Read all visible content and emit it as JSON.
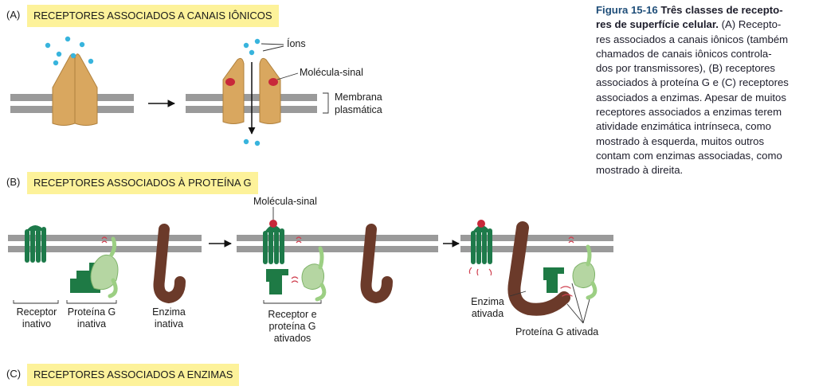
{
  "panels": {
    "a": {
      "letter": "(A)",
      "title": "RECEPTORES ASSOCIADOS A CANAIS IÔNICOS"
    },
    "b": {
      "letter": "(B)",
      "title": "RECEPTORES ASSOCIADOS À PROTEÍNA G"
    },
    "c": {
      "letter": "(C)",
      "title": "RECEPTORES ASSOCIADOS A ENZIMAS"
    }
  },
  "labels_a": {
    "ions": "Íons",
    "signal_molecule": "Molécula-sinal",
    "membrane_line1": "Membrana",
    "membrane_line2": "plasmática"
  },
  "labels_b": {
    "signal_molecule": "Molécula-sinal",
    "receptor_line1": "Receptor",
    "receptor_line2": "inativo",
    "gprotein_line1": "Proteína G",
    "gprotein_line2": "inativa",
    "enzyme_line1": "Enzima",
    "enzyme_line2": "inativa",
    "activated_line1": "Receptor e",
    "activated_line2": "proteína G",
    "activated_line3": "ativados",
    "enzyme_active_line1": "Enzima",
    "enzyme_active_line2": "ativada",
    "gprotein_active": "Proteína G ativada"
  },
  "caption": {
    "figure": "Figura 15-16",
    "title_line1": "Três classes de recepto-",
    "title_line2": "res de superfície celular.",
    "lines": [
      "(A) Recepto-",
      "res associados a canais iônicos (também",
      "chamados de canais iônicos controla-",
      "dos por transmissores), (B) receptores",
      "associados à proteína G e (C) receptores",
      "associados a enzimas. Apesar de muitos",
      "receptores associados a enzimas terem",
      "atividade enzimática intrínseca, como",
      "mostrado à esquerda, muitos outros",
      "contam com enzimas associadas, como",
      "mostrado à direita."
    ]
  },
  "colors": {
    "banner": "#fdf29a",
    "membrane": "#9a9a9a",
    "channel": "#d9a75f",
    "signal": "#c8283a",
    "ion": "#38b4dd",
    "receptor": "#1d7a4a",
    "gprotein_light": "#9ccf83",
    "gprotein_dark": "#1e7a45",
    "enzyme": "#6b3a2a",
    "caption_figure": "#1f4e79"
  }
}
